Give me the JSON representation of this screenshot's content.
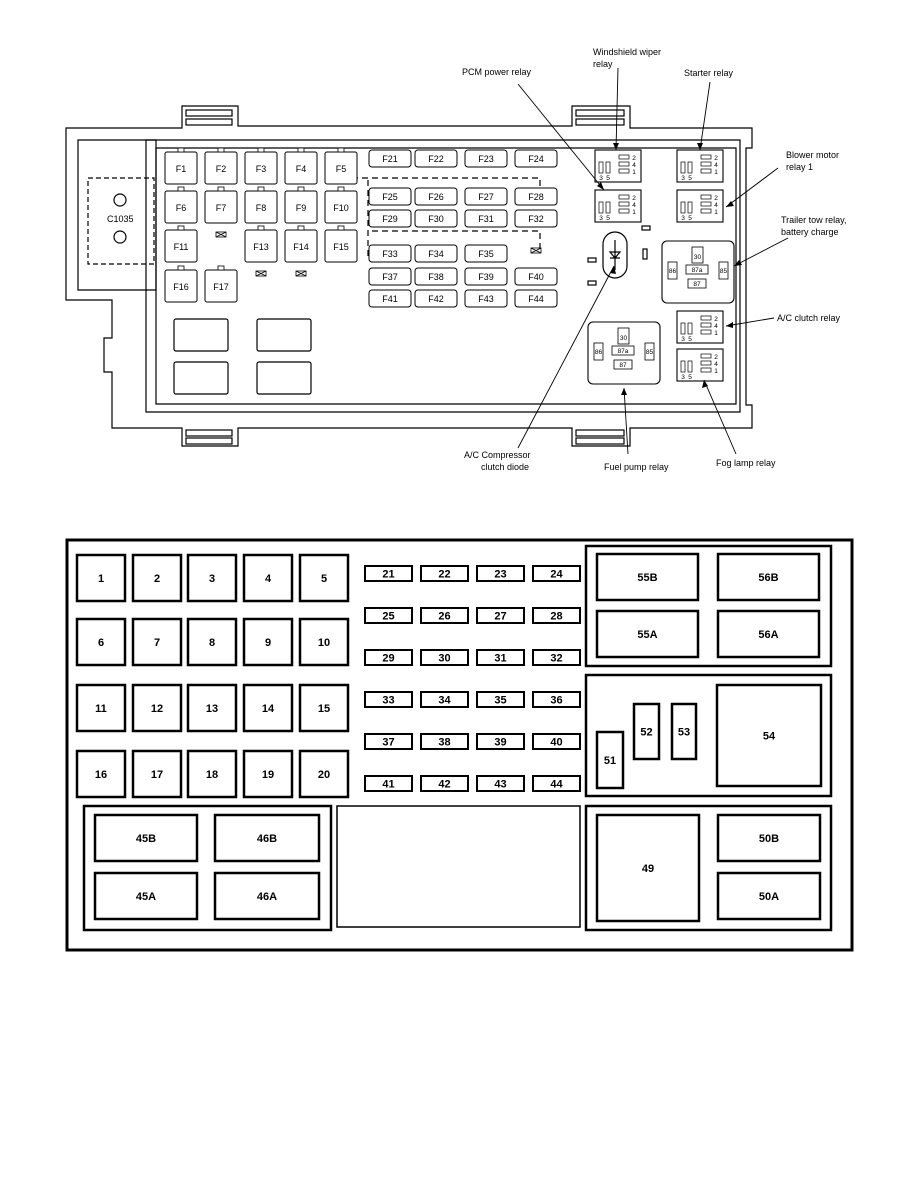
{
  "top": {
    "connector_label": "C1035",
    "fuse_labels": [
      "F1",
      "F2",
      "F3",
      "F4",
      "F5",
      "F6",
      "F7",
      "F8",
      "F9",
      "F10",
      "F11",
      "F13",
      "F14",
      "F15",
      "F16",
      "F17",
      "F21",
      "F22",
      "F23",
      "F24",
      "F25",
      "F26",
      "F27",
      "F28",
      "F29",
      "F30",
      "F31",
      "F32",
      "F33",
      "F34",
      "F35",
      "F37",
      "F38",
      "F39",
      "F40",
      "F41",
      "F42",
      "F43",
      "F44"
    ],
    "small_relay_pins": [
      "2",
      "4",
      "1",
      "3",
      "5"
    ],
    "large_relay_pins": [
      "30",
      "87a",
      "87",
      "86",
      "85"
    ],
    "callouts": {
      "pcm": "PCM power relay",
      "wiper_1": "Windshield wiper",
      "wiper_2": "relay",
      "starter": "Starter relay",
      "blower_1": "Blower motor",
      "blower_2": "relay 1",
      "trailer_1": "Trailer tow relay,",
      "trailer_2": "battery charge",
      "ac_clutch": "A/C clutch relay",
      "fog": "Fog lamp relay",
      "fuel_pump": "Fuel pump relay",
      "diode_1": "A/C Compressor",
      "diode_2": "clutch diode"
    }
  },
  "bottom": {
    "left_fuses": [
      "1",
      "2",
      "3",
      "4",
      "5",
      "6",
      "7",
      "8",
      "9",
      "10",
      "11",
      "12",
      "13",
      "14",
      "15",
      "16",
      "17",
      "18",
      "19",
      "20"
    ],
    "mini_fuses": [
      "21",
      "22",
      "23",
      "24",
      "25",
      "26",
      "27",
      "28",
      "29",
      "30",
      "31",
      "32",
      "33",
      "34",
      "35",
      "36",
      "37",
      "38",
      "39",
      "40",
      "41",
      "42",
      "43",
      "44"
    ],
    "relays_top": [
      "55B",
      "56B",
      "55A",
      "56A"
    ],
    "relays_mid": [
      "51",
      "52",
      "53",
      "54"
    ],
    "relays_bottom_left": [
      "45B",
      "46B",
      "45A",
      "46A"
    ],
    "relays_bottom_right": [
      "49",
      "50B",
      "50A"
    ]
  }
}
